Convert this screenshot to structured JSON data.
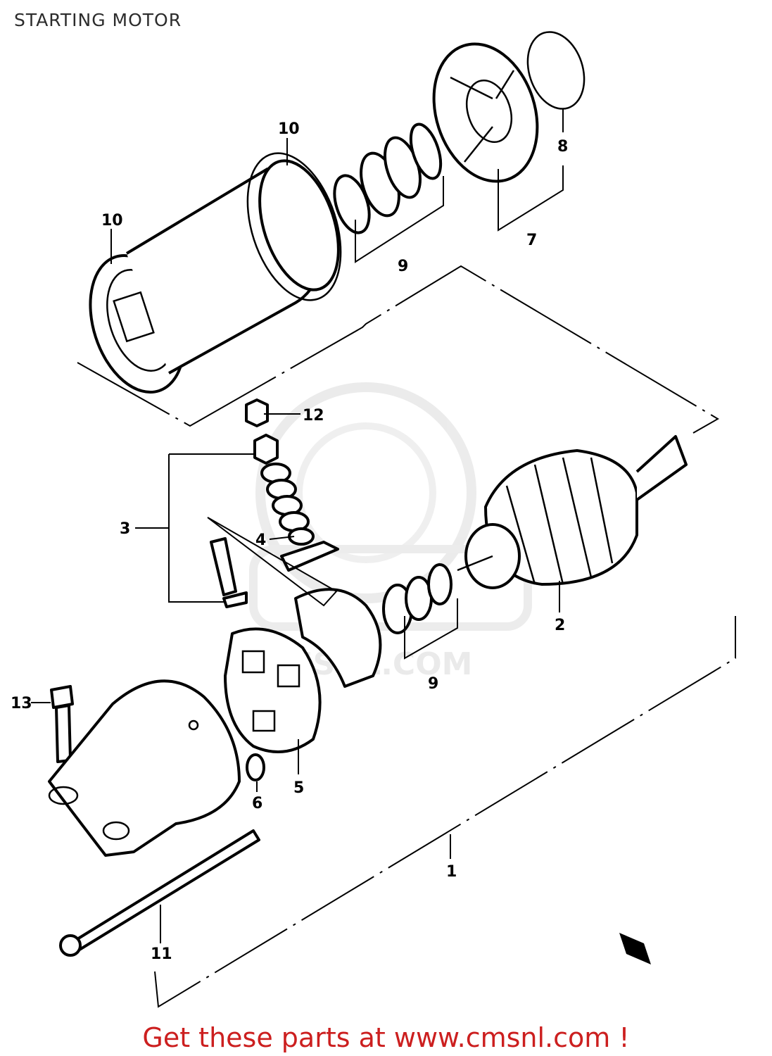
{
  "header": {
    "title": "STARTING MOTOR"
  },
  "watermark": {
    "text": "CMSNL.COM"
  },
  "diagram": {
    "callouts": {
      "c1": "1",
      "c2": "2",
      "c3": "3",
      "c4": "4",
      "c5": "5",
      "c6": "6",
      "c7": "7",
      "c8": "8",
      "c9a": "9",
      "c9b": "9",
      "c10a": "10",
      "c10b": "10",
      "c11": "11",
      "c12": "12",
      "c13": "13"
    }
  },
  "footer": {
    "promo_text": "Get these parts at www.cmsnl.com !"
  },
  "colors": {
    "promo_text": "#cc1f1f",
    "line_art": "#000000",
    "watermark": "#d9d9d9"
  }
}
